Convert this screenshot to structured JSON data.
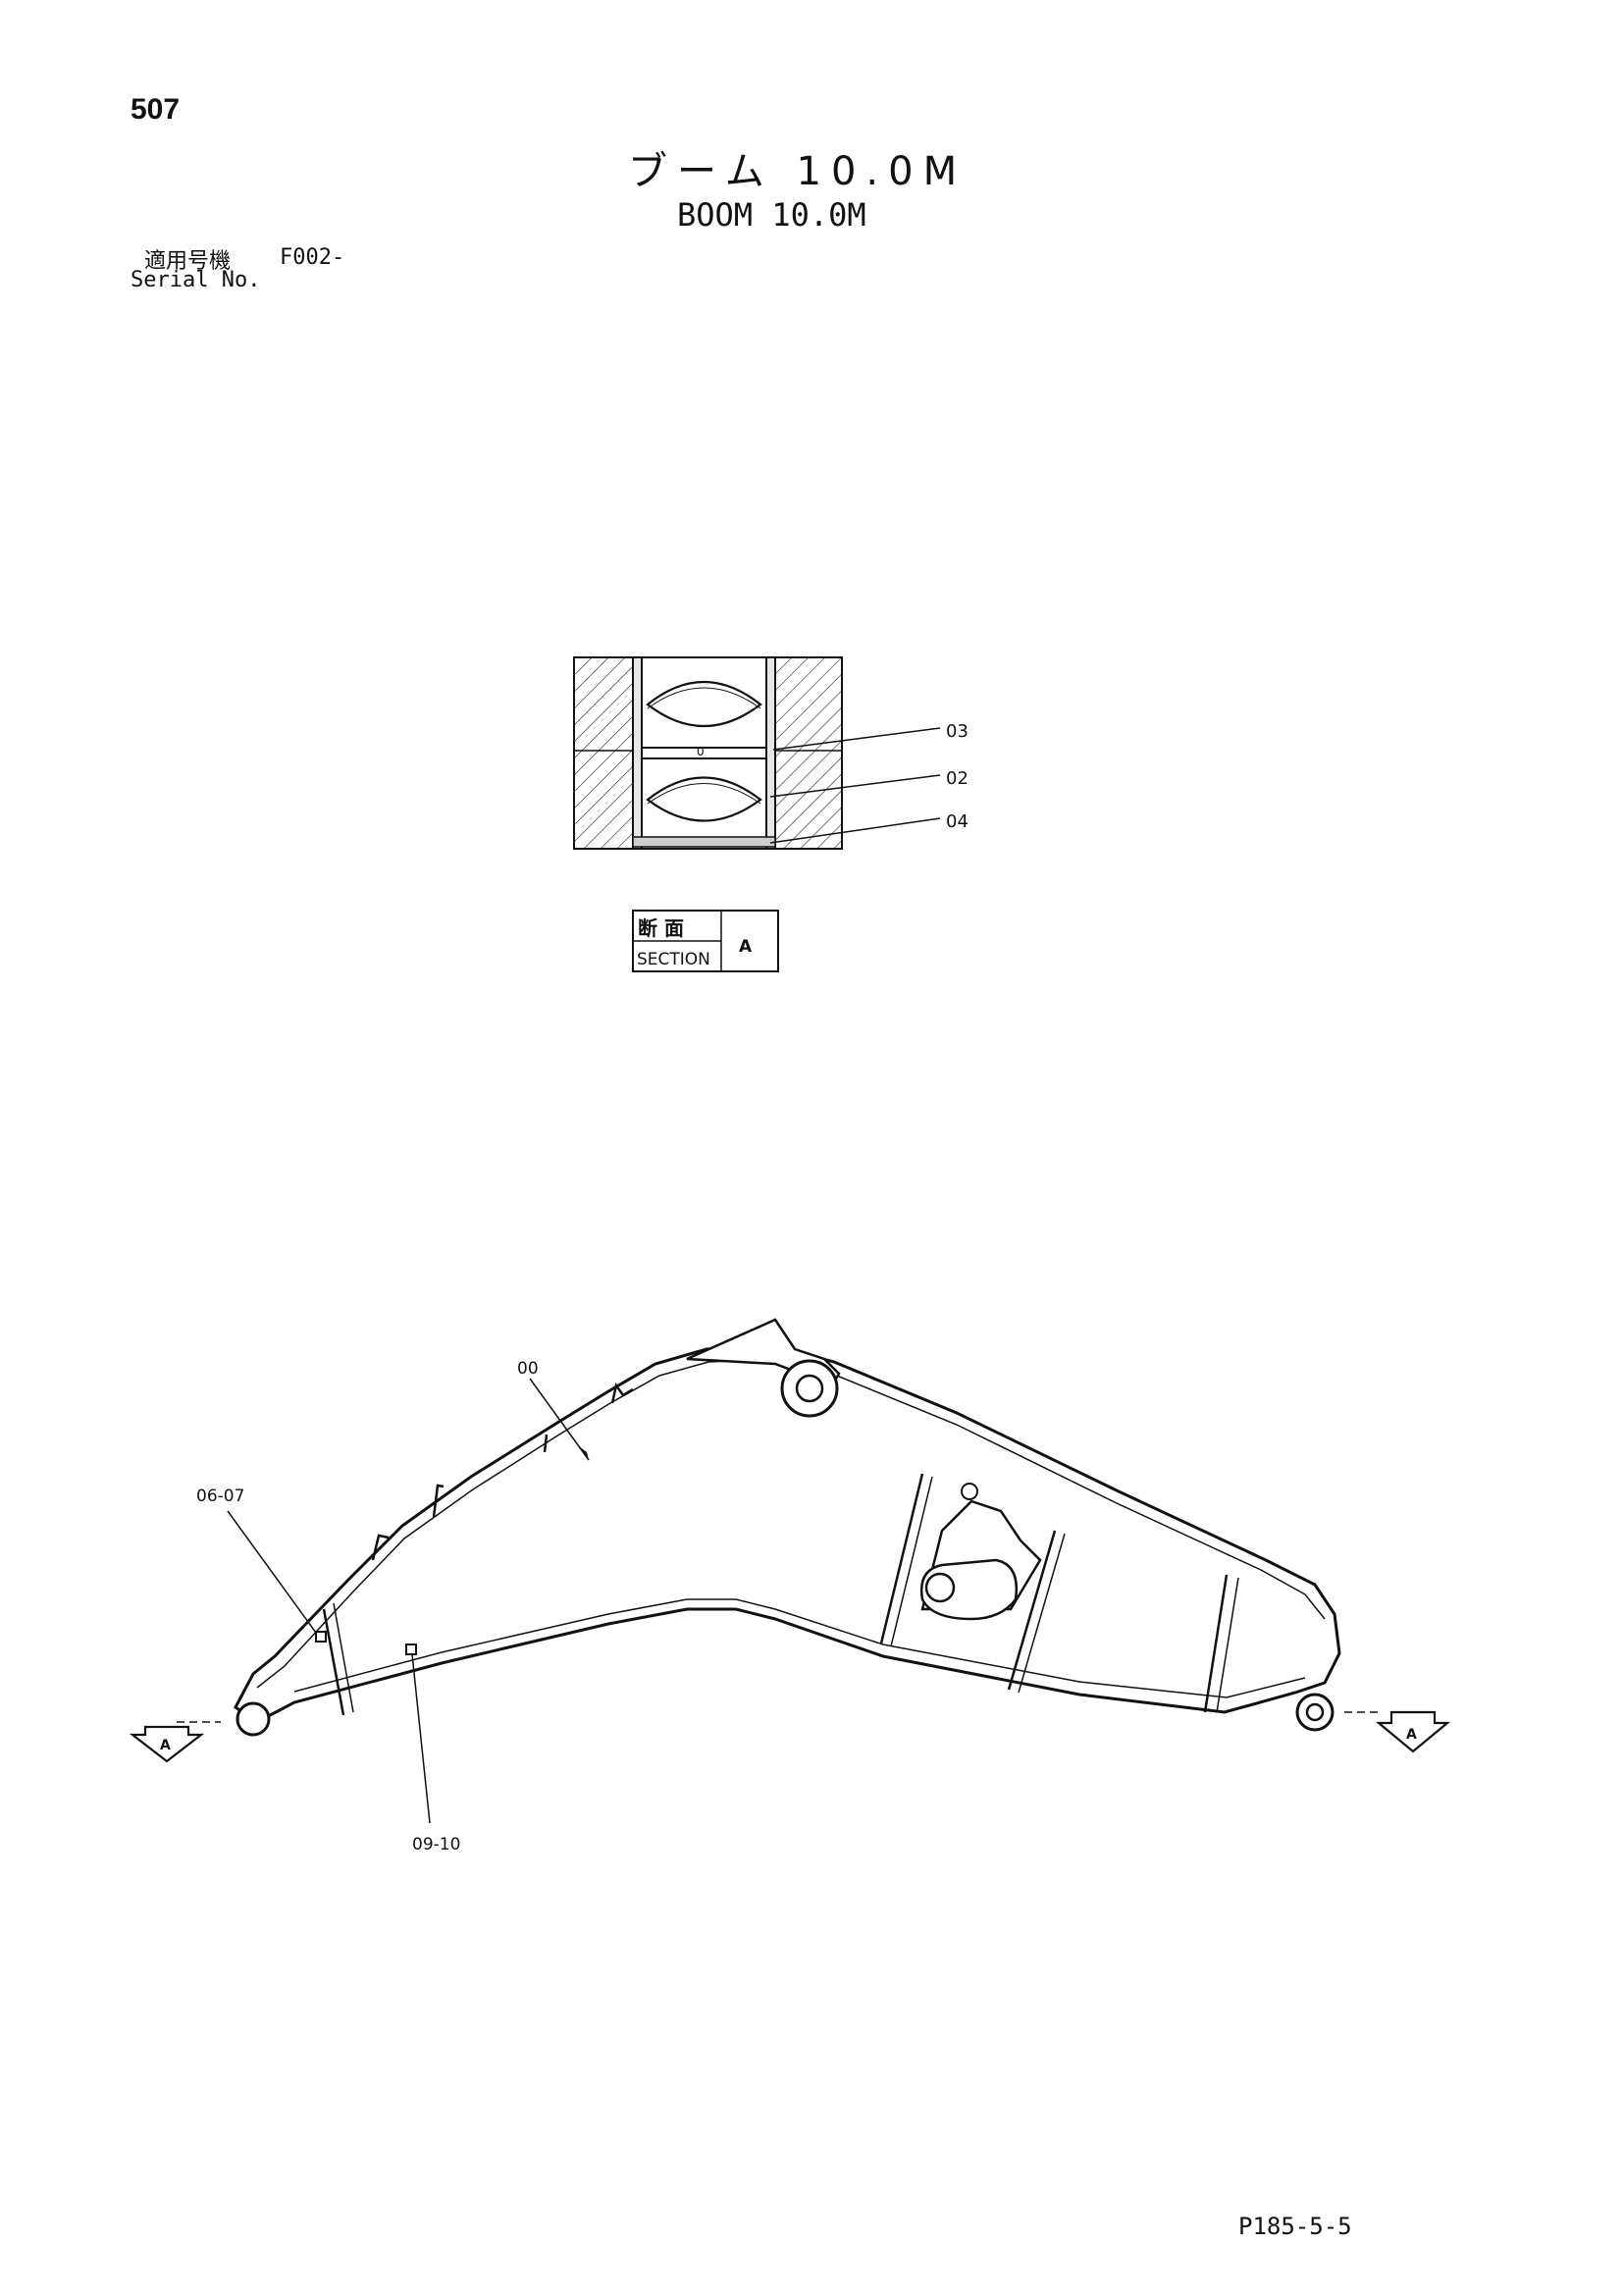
{
  "header": {
    "page_number": "507",
    "title_jp": "ブーム 10.0M",
    "title_en": "BOOM 10.0M",
    "serial_label_jp": "適用号機",
    "serial_value": "F002-",
    "serial_label_en": "Serial No."
  },
  "section_view": {
    "callouts": [
      "03",
      "02",
      "04"
    ],
    "label_jp": "断 面",
    "label_en": "SECTION",
    "label_letter": "A",
    "center_mark": "0"
  },
  "boom_view": {
    "callouts": [
      "00",
      "06-07",
      "09-10"
    ],
    "section_arrow_left": "A",
    "section_arrow_right": "A"
  },
  "footer": {
    "code": "P185-5-5"
  }
}
